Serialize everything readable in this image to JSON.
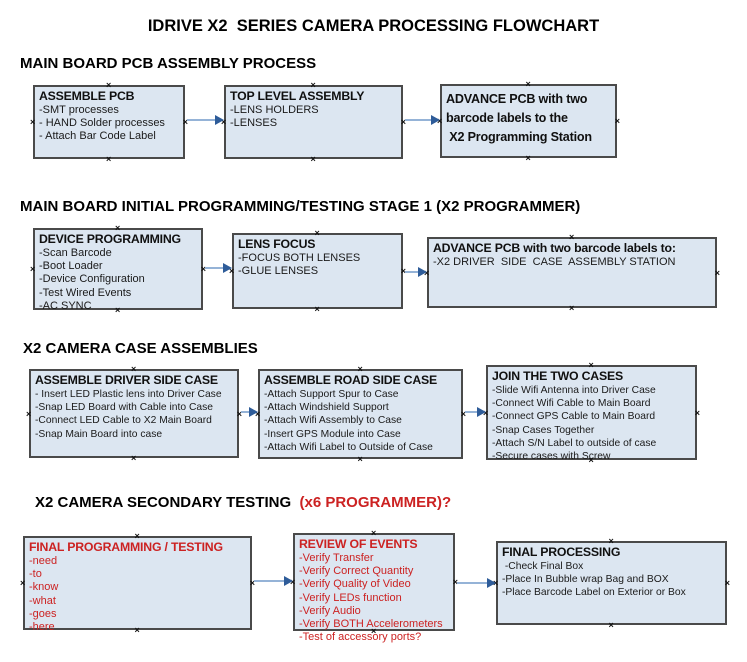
{
  "page_title": "IDRIVE X2  SERIES CAMERA PROCESSING FLOWCHART",
  "colors": {
    "box_fill": "#dce6f1",
    "box_border": "#4a4a4a",
    "arrow_line": "#95b3d7",
    "arrow_head": "#2e5c99",
    "alert_red": "#cc2222"
  },
  "sections": [
    {
      "heading": "MAIN BOARD PCB ASSEMBLY PROCESS",
      "boxes": [
        {
          "title": "ASSEMBLE PCB",
          "items": [
            "-SMT processes",
            "- HAND Solder processes",
            "- Attach Bar Code Label"
          ]
        },
        {
          "title": "TOP LEVEL ASSEMBLY",
          "items": [
            "-LENS HOLDERS",
            "-LENSES"
          ]
        },
        {
          "title": "ADVANCE PCB with two\nbarcode labels to the\n X2 Programming Station",
          "items": []
        }
      ]
    },
    {
      "heading": "MAIN BOARD INITIAL PROGRAMMING/TESTING STAGE 1 (X2 PROGRAMMER)",
      "boxes": [
        {
          "title": "DEVICE PROGRAMMING",
          "items": [
            "-Scan Barcode",
            "-Boot Loader",
            "-Device Configuration",
            "-Test Wired Events",
            "-AC SYNC"
          ]
        },
        {
          "title": "LENS FOCUS",
          "items": [
            "-FOCUS BOTH LENSES",
            "-GLUE LENSES"
          ]
        },
        {
          "title": "ADVANCE PCB with two barcode labels to:",
          "items": [
            "-X2 DRIVER  SIDE  CASE  ASSEMBLY STATION"
          ]
        }
      ]
    },
    {
      "heading": "X2 CAMERA CASE ASSEMBLIES",
      "boxes": [
        {
          "title": "ASSEMBLE DRIVER SIDE CASE",
          "items": [
            "- Insert LED Plastic lens into Driver Case",
            "-Snap LED Board with Cable into Case",
            "-Connect LED Cable to X2 Main Board",
            "-Snap Main Board into case"
          ]
        },
        {
          "title": "ASSEMBLE ROAD SIDE CASE",
          "items": [
            "-Attach Support Spur to Case",
            "-Attach Windshield Support",
            "-Attach Wifi Assembly to Case",
            "-Insert GPS Module into Case",
            "-Attach Wifi Label to Outside of Case"
          ]
        },
        {
          "title": "JOIN THE TWO CASES",
          "items": [
            "-Slide Wifi Antenna into Driver Case",
            "-Connect Wifi Cable to Main Board",
            "-Connect GPS Cable to Main Board",
            "-Snap Cases Together",
            "-Attach S/N Label to outside of case",
            "-Secure cases with Screw"
          ]
        }
      ]
    },
    {
      "heading": "X2 CAMERA SECONDARY TESTING  ",
      "heading_suffix": "(x6 PROGRAMMER)?",
      "boxes": [
        {
          "title": "FINAL PROGRAMMING / TESTING",
          "items": [
            "-need",
            "-to",
            "-know",
            "-what",
            "-goes",
            "-here"
          ]
        },
        {
          "title": "REVIEW OF EVENTS",
          "items": [
            "-Verify Transfer",
            "-Verify Correct Quantity",
            "-Verify Quality of Video",
            "-Verify LEDs function",
            "-Verify Audio",
            "-Verify BOTH Accelerometers",
            "-Test of accessory ports?"
          ]
        },
        {
          "title": "FINAL PROCESSING",
          "items": [
            " -Check Final Box",
            "-Place In Bubble wrap Bag and BOX",
            "-Place Barcode Label on Exterior or Box"
          ]
        }
      ]
    }
  ]
}
